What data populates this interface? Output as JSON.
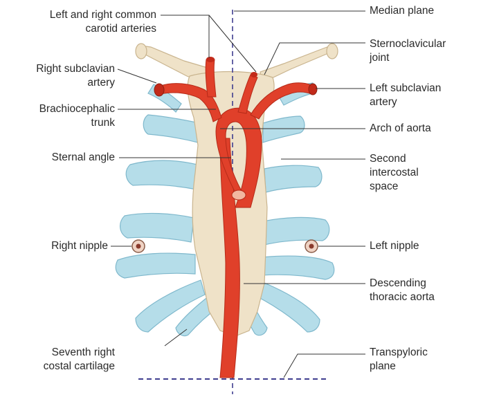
{
  "labels": {
    "carotid": [
      "Left and right common",
      "carotid arteries"
    ],
    "median_plane": [
      "Median plane"
    ],
    "sternoclavicular": [
      "Sternoclavicular",
      "joint"
    ],
    "right_subclavian": [
      "Right subclavian",
      "artery"
    ],
    "left_subclavian": [
      "Left subclavian",
      "artery"
    ],
    "brachiocephalic": [
      "Brachiocephalic",
      "trunk"
    ],
    "arch_aorta": [
      "Arch of aorta"
    ],
    "sternal_angle": [
      "Sternal angle"
    ],
    "second_intercostal": [
      "Second",
      "intercostal",
      "space"
    ],
    "right_nipple": [
      "Right nipple"
    ],
    "left_nipple": [
      "Left nipple"
    ],
    "descending_aorta": [
      "Descending",
      "thoracic aorta"
    ],
    "seventh_cartilage": [
      "Seventh right",
      "costal cartilage"
    ],
    "transpyloric": [
      "Transpyloric",
      "plane"
    ]
  },
  "colors": {
    "artery": "#e0402a",
    "artery_dark": "#b52a18",
    "bone": "#efe2c8",
    "bone_edge": "#c9b48e",
    "cartilage": "#b5dde9",
    "cartilage_edge": "#7fb8cc",
    "plane_line": "#3f3d8f",
    "leader": "#333333"
  }
}
